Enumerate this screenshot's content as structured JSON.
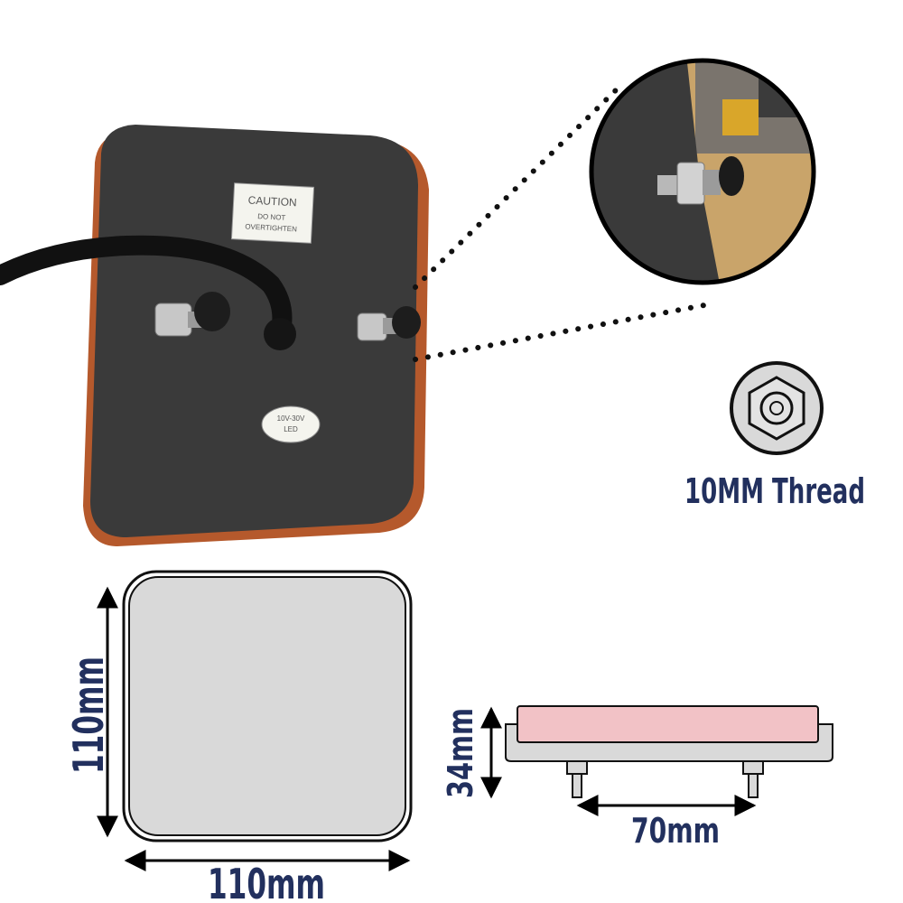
{
  "product_photo": {
    "caution_label": {
      "title": "CAUTION",
      "line1": "DO NOT",
      "line2": "OVERTIGHTEN"
    },
    "voltage_label": {
      "line1": "10V-30V",
      "line2": "LED"
    }
  },
  "thread": {
    "label": "10MM Thread"
  },
  "front_view": {
    "height_label": "110mm",
    "width_label": "110mm"
  },
  "side_view": {
    "depth_label": "34mm",
    "bolt_spacing_label": "70mm"
  },
  "colors": {
    "dimension_text": "#22305e",
    "backing_pad": "#3a3a3a",
    "lens_pink": "#f2c2c6",
    "outline_gray": "#d9d9d9"
  }
}
